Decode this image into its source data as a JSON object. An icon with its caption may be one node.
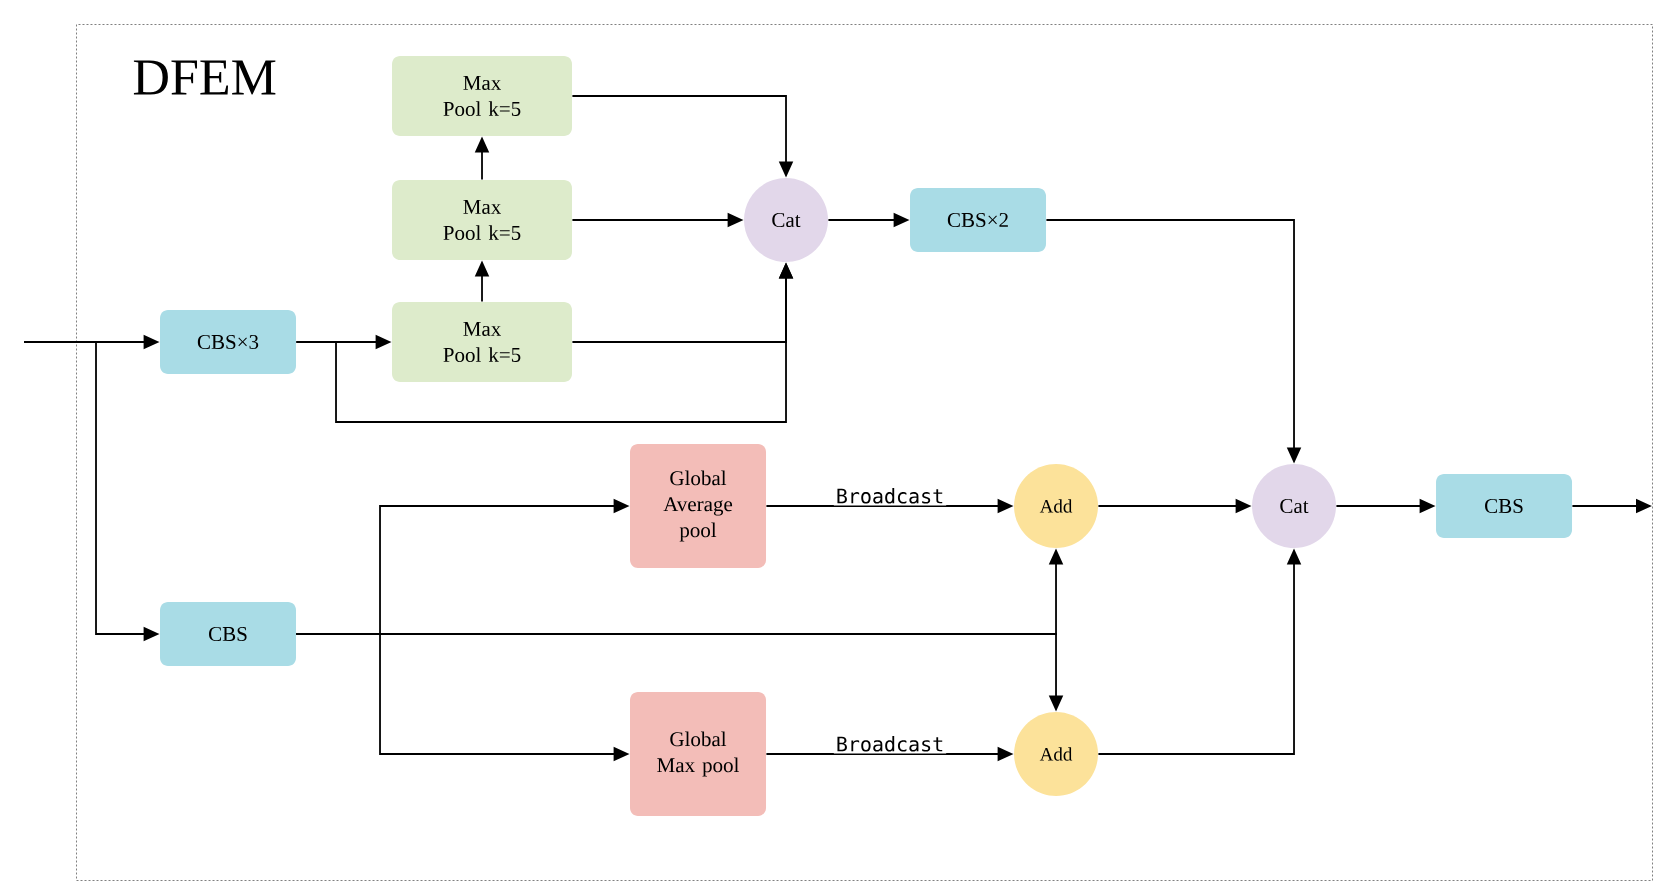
{
  "diagram": {
    "nodes": [
      {
        "text": [
          "DFEM"
        ]
      },
      {
        "text": [
          "Max Pool k=5"
        ],
        "in": 0
      },
      {
        "text": [
          "Max Pool k=5"
        ],
        "in": 0
      },
      {
        "text": [
          "Max Pool k=5"
        ],
        "in": 0
      },
      {
        "text": [
          "CBS×3"
        ],
        "in": 0
      },
      {
        "text": [
          "Cat"
        ],
        "in": 0
      },
      {
        "text": [
          "CBS×2"
        ],
        "in": 0
      },
      {
        "text": [
          "Global Average pool"
        ],
        "in": 0
      },
      {
        "text": [
          "Add"
        ],
        "in": 0
      },
      {
        "text": [
          "Cat"
        ],
        "in": 0
      },
      {
        "text": [
          "CBS"
        ],
        "in": 0
      },
      {
        "text": [
          "CBS"
        ],
        "in": 0
      },
      {
        "text": [
          "Global Max pool"
        ],
        "in": 0
      },
      {
        "text": [
          "Add"
        ],
        "in": 0
      }
    ],
    "edges": [
      {
        "from": null,
        "to": 4,
        "arrow": "to"
      },
      {
        "from": null,
        "to": 11,
        "arrow": "to"
      },
      {
        "from": 4,
        "to": 3,
        "arrow": "to"
      },
      {
        "from": 4,
        "to": 5,
        "arrow": "to"
      },
      {
        "from": 3,
        "to": 2,
        "arrow": "to"
      },
      {
        "from": 2,
        "to": 1,
        "arrow": "to"
      },
      {
        "from": 1,
        "to": 5,
        "arrow": "to"
      },
      {
        "from": 2,
        "to": 5,
        "arrow": "to"
      },
      {
        "from": 3,
        "to": 5,
        "arrow": "to"
      },
      {
        "from": 5,
        "to": 6,
        "arrow": "to"
      },
      {
        "from": 6,
        "to": 9,
        "arrow": "to"
      },
      {
        "from": 11,
        "to": 7,
        "arrow": "to"
      },
      {
        "from": 11,
        "to": 12,
        "arrow": "to"
      },
      {
        "from": 11,
        "to": 8,
        "arrow": "to"
      },
      {
        "from": 11,
        "to": 13,
        "arrow": "to"
      },
      {
        "from": 7,
        "to": 8,
        "arrow": "to",
        "label": "Broadcast"
      },
      {
        "from": 12,
        "to": 13,
        "arrow": "to",
        "label": "Broadcast"
      },
      {
        "from": 8,
        "to": 9,
        "arrow": "to"
      },
      {
        "from": 13,
        "to": 9,
        "arrow": "to"
      },
      {
        "from": 9,
        "to": 10,
        "arrow": "to"
      },
      {
        "from": 10,
        "to": null,
        "arrow": "to"
      }
    ]
  }
}
